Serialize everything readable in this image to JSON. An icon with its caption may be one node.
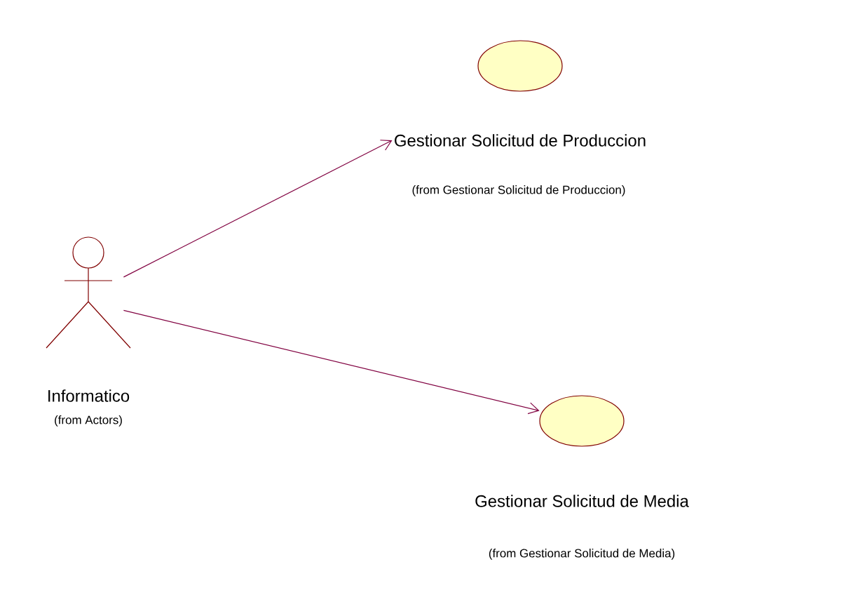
{
  "diagram": {
    "nodes": [
      {
        "text": [
          "Informatico",
          "(from Actors)"
        ]
      },
      {
        "text": [
          "Gestionar Solicitud de Produccion"
        ]
      },
      {
        "text": [
          "Gestionar Solicitud de Media"
        ]
      }
    ],
    "edges": [
      {
        "from": 0,
        "to": 1,
        "arrow": "to"
      },
      {
        "from": 0,
        "to": 2,
        "arrow": "to"
      }
    ],
    "labels": [
      "(from Gestionar Solicitud de Produccion)",
      "(from Gestionar Solicitud de Media)"
    ]
  }
}
